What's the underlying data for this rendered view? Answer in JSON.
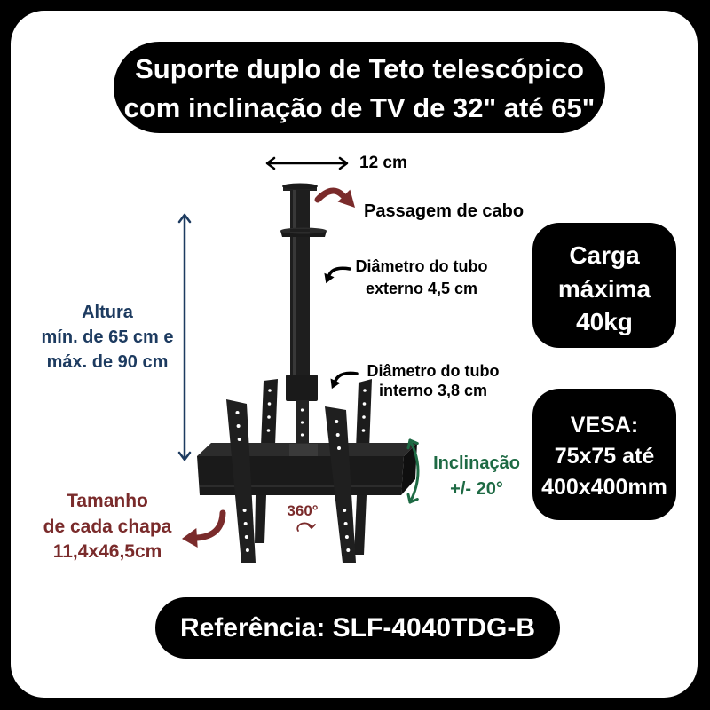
{
  "title": {
    "line1": "Suporte duplo de Teto telescópico",
    "line2": "com inclinação de TV de 32\" até 65\""
  },
  "annotations": {
    "width": "12 cm",
    "cable_pass": "Passagem de cabo",
    "height": [
      "Altura",
      "mín. de 65 cm e",
      "máx. de 90 cm"
    ],
    "outer_tube": [
      "Diâmetro do tubo",
      "externo 4,5 cm"
    ],
    "inner_tube": [
      "Diâmetro do tubo",
      "interno 3,8 cm"
    ],
    "tilt": [
      "Inclinação",
      "+/- 20°"
    ],
    "plate_size": [
      "Tamanho",
      "de cada chapa",
      "11,4x46,5cm"
    ],
    "rotation": "360°"
  },
  "specs": {
    "max_load": [
      "Carga",
      "máxima",
      "40kg"
    ],
    "vesa": [
      "VESA:",
      "75x75 até",
      "400x400mm"
    ]
  },
  "reference": "Referência: SLF-4040TDG-B",
  "icons": {
    "rotation": "rotate-360-icon"
  },
  "colors": {
    "navy": "#1d3b60",
    "maroon": "#7a2b2b",
    "green": "#1e6a44",
    "banner": "#000000",
    "background": "#ffffff"
  }
}
